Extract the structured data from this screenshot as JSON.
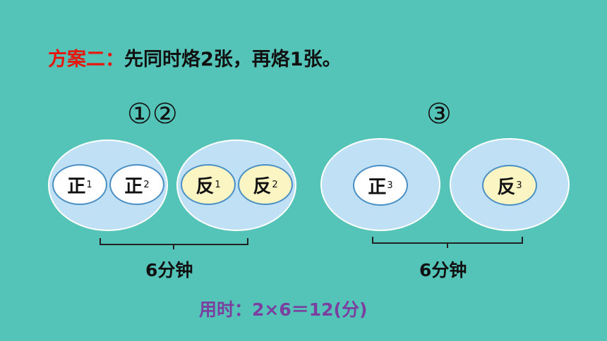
{
  "heading": {
    "label": "方案二：",
    "text": "先同时烙2张，再烙1张。"
  },
  "groups": [
    {
      "label": "①②",
      "duration": "6分钟"
    },
    {
      "label": "③",
      "duration": "6分钟"
    }
  ],
  "sides": {
    "z1": {
      "char": "正",
      "sub": "1"
    },
    "z2": {
      "char": "正",
      "sub": "2"
    },
    "f1": {
      "char": "反",
      "sub": "1"
    },
    "f2": {
      "char": "反",
      "sub": "2"
    },
    "z3": {
      "char": "正",
      "sub": "3"
    },
    "f3": {
      "char": "反",
      "sub": "3"
    }
  },
  "result": "用时：2×6＝12(分)",
  "colors": {
    "background": "#55C4B8",
    "label": "#E8150B",
    "result": "#7B3FA0",
    "pan": "#BFE0F5",
    "front": "#FFFFFF",
    "back": "#FBF5C4"
  }
}
